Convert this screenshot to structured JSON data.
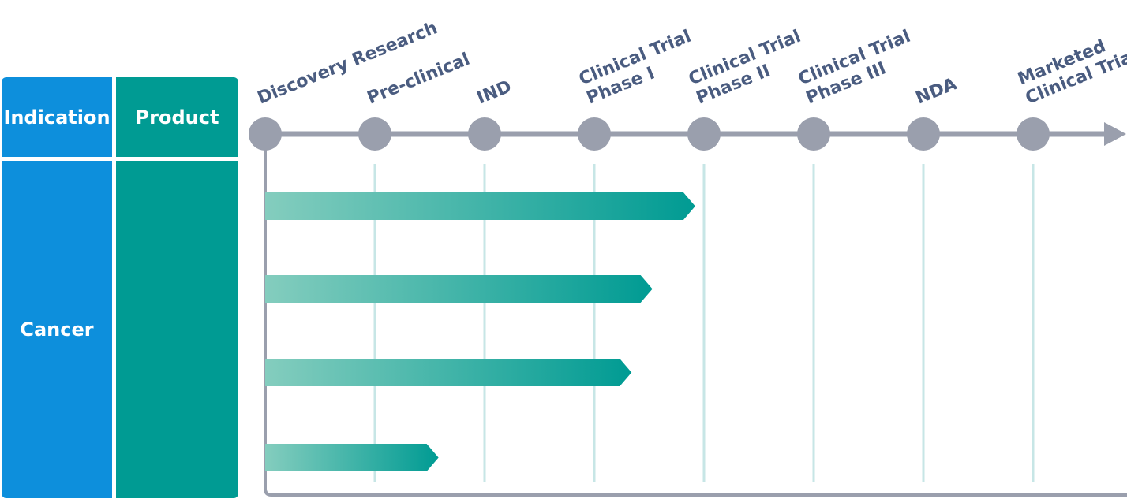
{
  "colors": {
    "indication": "#0D8FDC",
    "product": "#009B93",
    "axis": "#9A9FAD",
    "gridline": "#C7E6E6",
    "label": "#4A5C80",
    "bar_start": "#84CDBE",
    "bar_end": "#009B93"
  },
  "table": {
    "indication_header": "Indication",
    "product_header": "Product",
    "indication_value": "Cancer",
    "product_value": ""
  },
  "stages": [
    {
      "lines": [
        "Discovery Research"
      ]
    },
    {
      "lines": [
        "Pre-clinical"
      ]
    },
    {
      "lines": [
        "IND"
      ]
    },
    {
      "lines": [
        "Clinical Trial",
        "Phase I"
      ]
    },
    {
      "lines": [
        "Clinical Trial",
        "Phase II"
      ]
    },
    {
      "lines": [
        "Clinical Trial",
        "Phase III"
      ]
    },
    {
      "lines": [
        "NDA"
      ]
    },
    {
      "lines": [
        "Marketed",
        "Clinical Trial"
      ]
    }
  ],
  "pipeline_bars": [
    {
      "progress_stage": 3.92
    },
    {
      "progress_stage": 3.53
    },
    {
      "progress_stage": 3.34
    },
    {
      "progress_stage": 1.58
    }
  ]
}
